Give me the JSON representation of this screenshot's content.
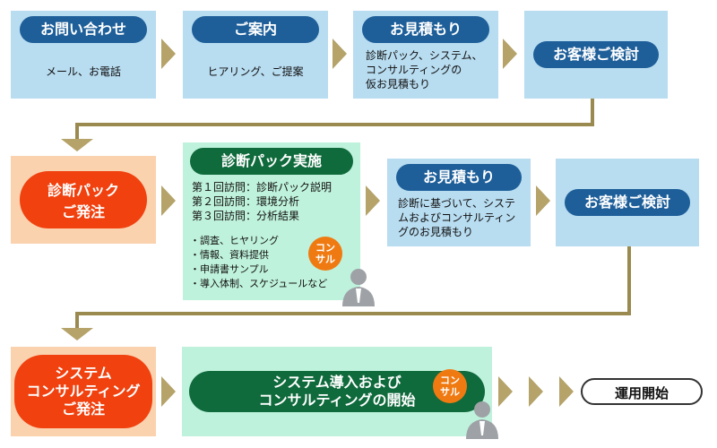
{
  "row1": {
    "inquiry": {
      "title": "お問い合わせ",
      "body": "メール、お電話"
    },
    "guide": {
      "title": "ご案内",
      "body": "ヒアリング、ご提案"
    },
    "estimate": {
      "title": "お見積もり",
      "lines": [
        "診断パック、システム、",
        "コンサルティングの",
        "仮お見積もり"
      ]
    },
    "review": {
      "title": "お客様ご検討"
    }
  },
  "row2": {
    "order": {
      "lines": [
        "診断パック",
        "ご発注"
      ]
    },
    "diagnosis": {
      "title": "診断パック実施",
      "visits": [
        "第１回訪問：診断パック説明",
        "第２回訪問：環境分析",
        "第３回訪問：分析結果"
      ],
      "items": [
        "・調査、ヒヤリング",
        "・情報、資料提供",
        "・申請書サンプル",
        "・導入体制、スケジュールなど"
      ],
      "consult_badge": [
        "コン",
        "サル"
      ]
    },
    "estimate": {
      "title": "お見積もり",
      "lines": [
        "診断に基づいて、システ",
        "ムおよびコンサルティン",
        "グのお見積もり"
      ]
    },
    "review": {
      "title": "お客様ご検討"
    }
  },
  "row3": {
    "order": {
      "lines": [
        "システム",
        "コンサルティング",
        "ご発注"
      ]
    },
    "start": {
      "lines": [
        "システム導入および",
        "コンサルティングの開始"
      ],
      "consult_badge": [
        "コン",
        "サル"
      ]
    },
    "operation": {
      "title": "運用開始"
    }
  },
  "colors": {
    "blue_box": "#b8dcf0",
    "mint_box": "#bff2dc",
    "peach_box": "#fbd2ae",
    "navy_pill": "#1e5f9a",
    "green_pill": "#0f6a3c",
    "red_pill": "#f0410f",
    "arrow": "#b5a36a",
    "badge": "#f07a12"
  }
}
